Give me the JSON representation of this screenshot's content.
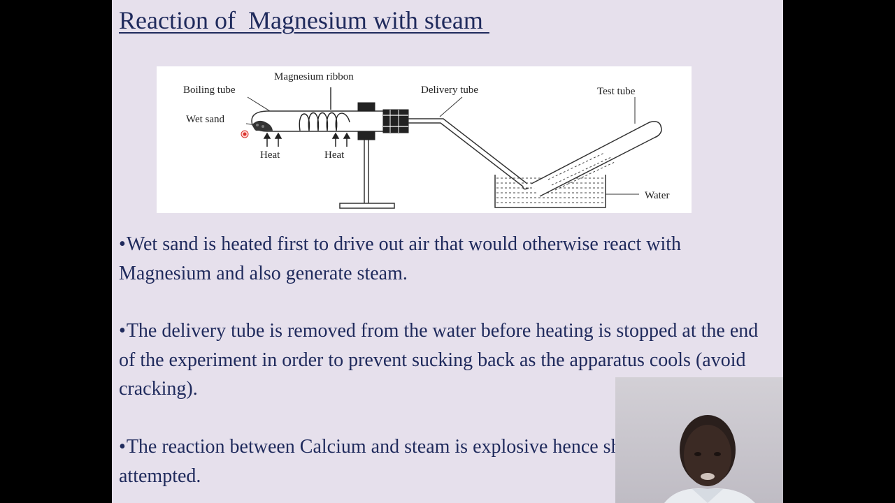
{
  "slide": {
    "title": "Reaction of  Magnesium with steam ",
    "bullet_char": "•",
    "bullets": [
      "Wet sand is heated first to drive out air that would otherwise react with Magnesium and also generate steam.",
      "The delivery tube is removed from the water before heating is stopped at the end of  the experiment in order to prevent sucking back as the apparatus cools (avoid cracking).",
      "The reaction between Calcium and steam is explosive hence should never be attempted."
    ]
  },
  "diagram": {
    "labels": {
      "magnesium_ribbon": "Magnesium ribbon",
      "boiling_tube": "Boiling tube",
      "delivery_tube": "Delivery tube",
      "test_tube": "Test tube",
      "wet_sand": "Wet sand",
      "heat_left": "Heat",
      "heat_right": "Heat",
      "water": "Water"
    }
  },
  "colors": {
    "slide_background": "#e6e0ec",
    "text": "#1f2a5c",
    "frame": "#000000",
    "pointer": "#d9322c"
  },
  "webcam": {
    "icon": "presenter-avatar-icon"
  }
}
